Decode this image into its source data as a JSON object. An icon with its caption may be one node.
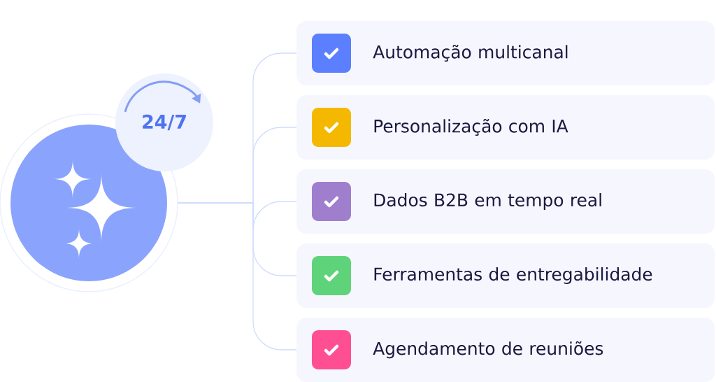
{
  "diagram": {
    "nodes": [
      {
        "text": [],
        "shape": "circle"
      },
      {
        "text": [
          "24/7"
        ]
      },
      {
        "text": [
          "Automação multicanal"
        ]
      },
      {
        "text": [
          "Personalização com IA"
        ]
      },
      {
        "text": [
          "Dados B2B em tempo real"
        ]
      },
      {
        "text": [
          "Ferramentas de entregabilidade"
        ]
      },
      {
        "text": [
          "Agendamento de reuniões"
        ]
      }
    ],
    "edges": [
      {
        "from": 0,
        "to": 2,
        "arrow": "none"
      },
      {
        "from": 0,
        "to": 3,
        "arrow": "none"
      },
      {
        "from": 0,
        "to": 4,
        "arrow": "none"
      },
      {
        "from": 0,
        "to": 5,
        "arrow": "none"
      },
      {
        "from": 0,
        "to": 6,
        "arrow": "none"
      }
    ]
  }
}
